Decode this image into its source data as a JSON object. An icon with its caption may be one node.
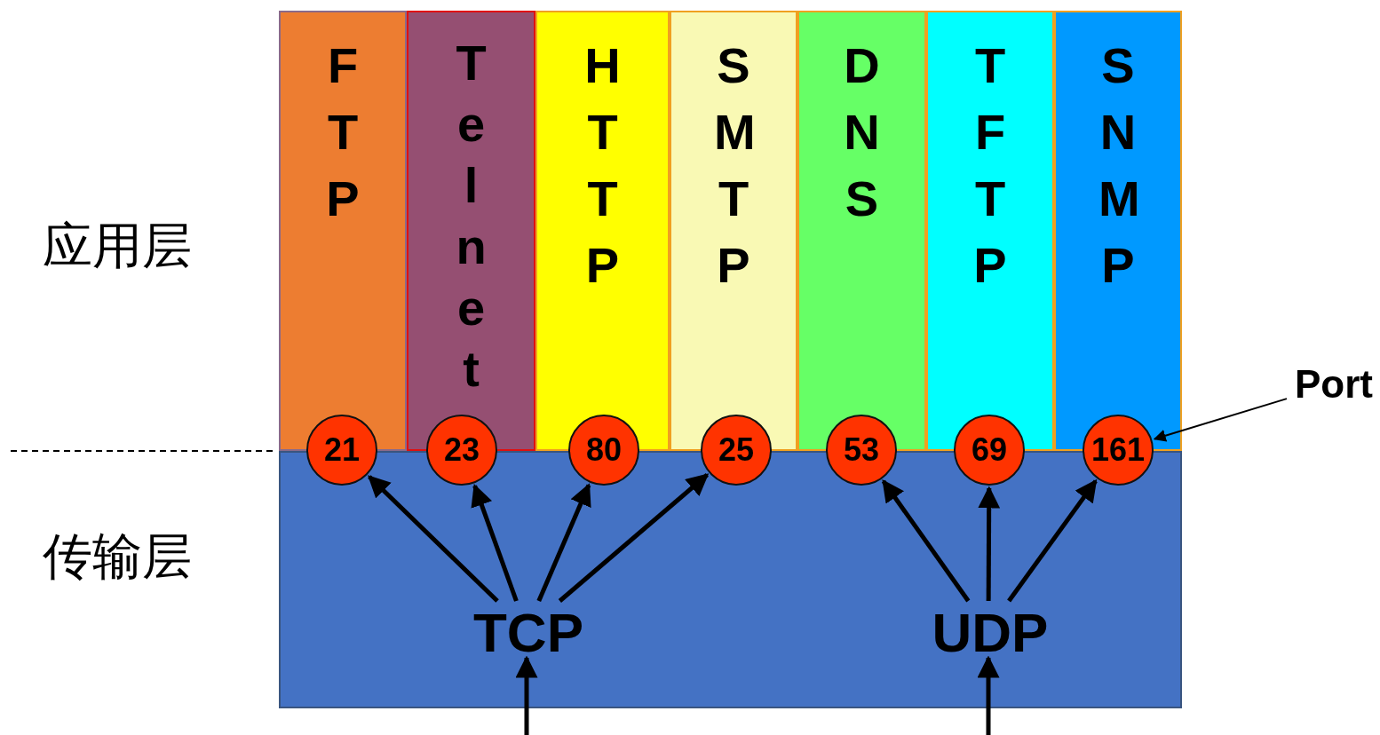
{
  "diagram": {
    "nodes": [
      {
        "text": [
          "FTP"
        ]
      },
      {
        "text": [
          "Telnet"
        ]
      },
      {
        "text": [
          "HTTP"
        ]
      },
      {
        "text": [
          "SMTP"
        ]
      },
      {
        "text": [
          "DNS"
        ]
      },
      {
        "text": [
          "TFTP"
        ]
      },
      {
        "text": [
          "SNMP"
        ]
      },
      {
        "text": [
          "21"
        ]
      },
      {
        "text": [
          "23"
        ]
      },
      {
        "text": [
          "80"
        ]
      },
      {
        "text": [
          "25"
        ]
      },
      {
        "text": [
          "53"
        ]
      },
      {
        "text": [
          "69"
        ]
      },
      {
        "text": [
          "161"
        ]
      },
      {
        "text": [],
        "shape": "box"
      },
      {
        "text": [
          "TCP"
        ],
        "in": 14
      },
      {
        "text": [
          "UDP"
        ],
        "in": 14
      },
      {
        "text": [
          "Port"
        ]
      }
    ],
    "edges": [
      {
        "from": 15,
        "to": 7,
        "arrow": "to"
      },
      {
        "from": 15,
        "to": 8,
        "arrow": "to"
      },
      {
        "from": 15,
        "to": 9,
        "arrow": "to"
      },
      {
        "from": 15,
        "to": 10,
        "arrow": "to"
      },
      {
        "from": 16,
        "to": 11,
        "arrow": "to"
      },
      {
        "from": 16,
        "to": 12,
        "arrow": "to"
      },
      {
        "from": 16,
        "to": 13,
        "arrow": "to"
      },
      {
        "from": 17,
        "to": 13,
        "arrow": "to"
      },
      {
        "from": null,
        "to": 15,
        "arrow": "to"
      },
      {
        "from": null,
        "to": 16,
        "arrow": "to"
      }
    ],
    "labels": [
      "应用层",
      "传输层"
    ]
  }
}
